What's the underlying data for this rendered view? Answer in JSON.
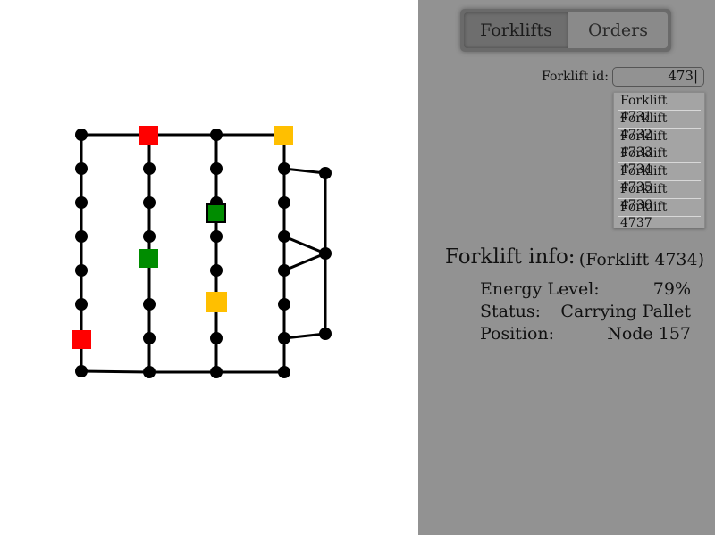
{
  "tabs": {
    "forklifts": "Forklifts",
    "orders": "Orders"
  },
  "search": {
    "label": "Forklift id:",
    "value": "473|"
  },
  "suggestions": [
    "Forklift 4731",
    "Forklift 4732",
    "Forklift 4733",
    "Forklift 4734",
    "Forklift 4735",
    "Forklift 4736",
    "Forklift 4737"
  ],
  "info": {
    "title": "Forklift info:",
    "selected": "(Forklift 4734)",
    "energy_label": "Energy Level:",
    "energy_value": "79%",
    "status_label": "Status:",
    "status_value": "Carrying Pallet",
    "position_label": "Position:",
    "position_value": "Node 157"
  },
  "colors": {
    "red": "#ff0000",
    "green": "#008c00",
    "yellow": "#ffbf00",
    "panel": "#929292"
  },
  "icons": {
    "node": "black-circle-node",
    "forklift": "colored-square-marker"
  }
}
